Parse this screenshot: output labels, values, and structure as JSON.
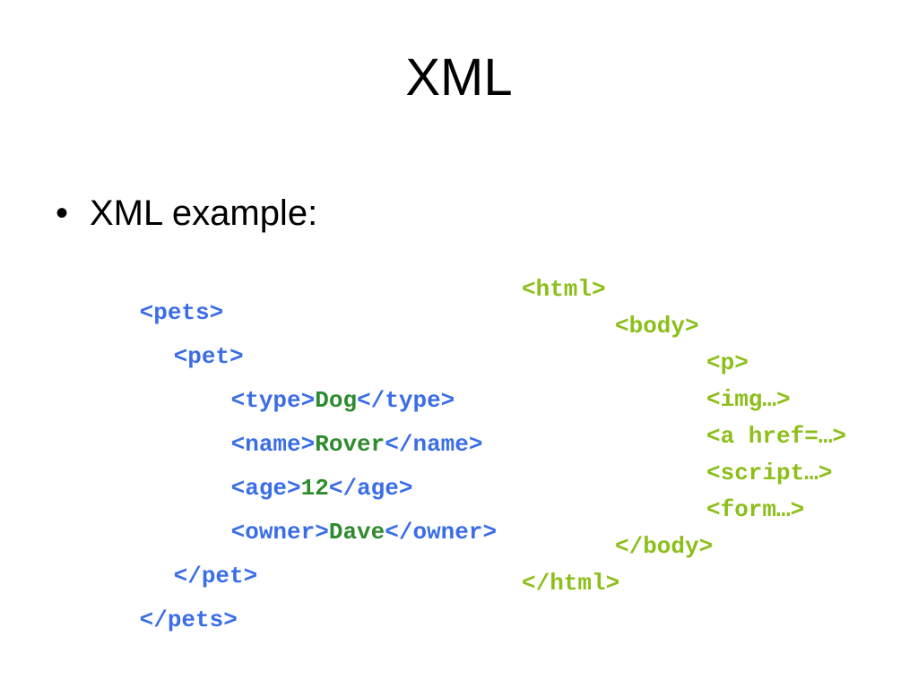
{
  "slide": {
    "title": "XML",
    "bullet_text": "XML example:"
  },
  "xml_example": {
    "lines": [
      {
        "open": "<pets>"
      },
      {
        "open": "<pet>"
      },
      {
        "open": "<type>",
        "value": "Dog",
        "close": "</type>"
      },
      {
        "open": "<name>",
        "value": "Rover",
        "close": "</name>"
      },
      {
        "open": "<age>",
        "value": "12",
        "close": "</age>"
      },
      {
        "open": "<owner>",
        "value": "Dave",
        "close": "</owner>"
      },
      {
        "open": "</pet>"
      },
      {
        "open": "</pets>"
      }
    ]
  },
  "html_example": {
    "lines": [
      "<html>",
      "<body>",
      "<p>",
      "<img…>",
      "<a href=…>",
      "<script…>",
      "<form…>",
      "</body>",
      "</html>"
    ]
  },
  "colors": {
    "xml_tag": "#3b6ee6",
    "xml_value": "#2e8b2e",
    "html_code": "#8cbf1a"
  }
}
